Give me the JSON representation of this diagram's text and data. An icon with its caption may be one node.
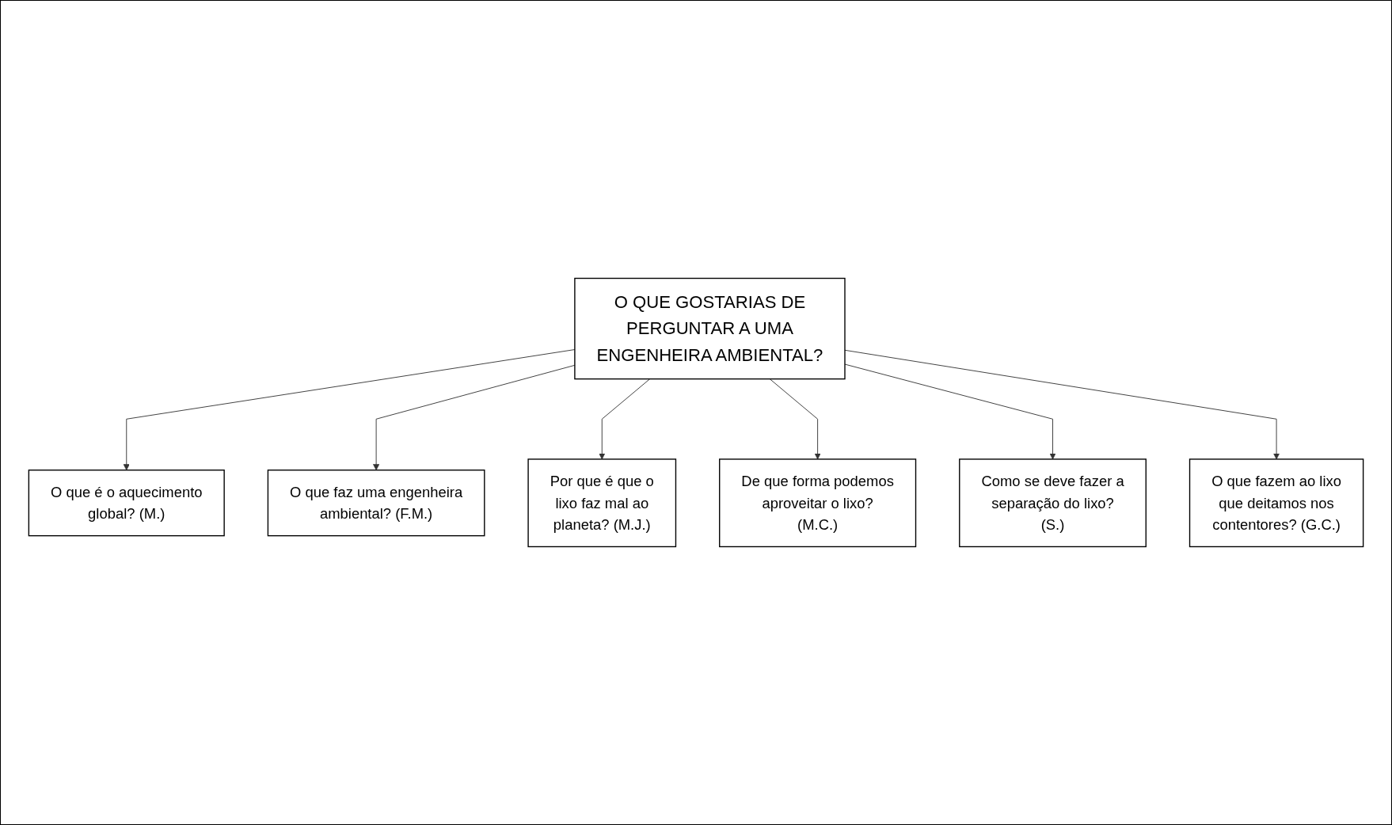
{
  "diagram": {
    "nodes": [
      {
        "text": [
          "O que é o aquecimento global? (M.)"
        ]
      },
      {
        "text": [
          "O que faz uma engenheira ambiental? (F.M.)"
        ]
      },
      {
        "text": [
          "Por que é que o lixo faz mal ao planeta? (M.J.)"
        ]
      },
      {
        "text": [
          "O QUE GOSTARIAS DE PERGUNTAR A UMA ENGENHEIRA AMBIENTAL?"
        ]
      },
      {
        "text": [
          "De que forma podemos aproveitar o lixo? (M.C.)"
        ]
      },
      {
        "text": [
          "Como se deve fazer a separação do lixo? (S.)"
        ]
      },
      {
        "text": [
          "O que fazem ao lixo que deitamos nos contentores? (G.C.)"
        ]
      }
    ],
    "edges": [
      {
        "from": 3,
        "to": 0,
        "arrow": "to"
      },
      {
        "from": 3,
        "to": 1,
        "arrow": "to"
      },
      {
        "from": 3,
        "to": 2,
        "arrow": "to"
      },
      {
        "from": 3,
        "to": 4,
        "arrow": "to"
      },
      {
        "from": 3,
        "to": 5,
        "arrow": "to"
      },
      {
        "from": 3,
        "to": 6,
        "arrow": "to"
      }
    ]
  }
}
